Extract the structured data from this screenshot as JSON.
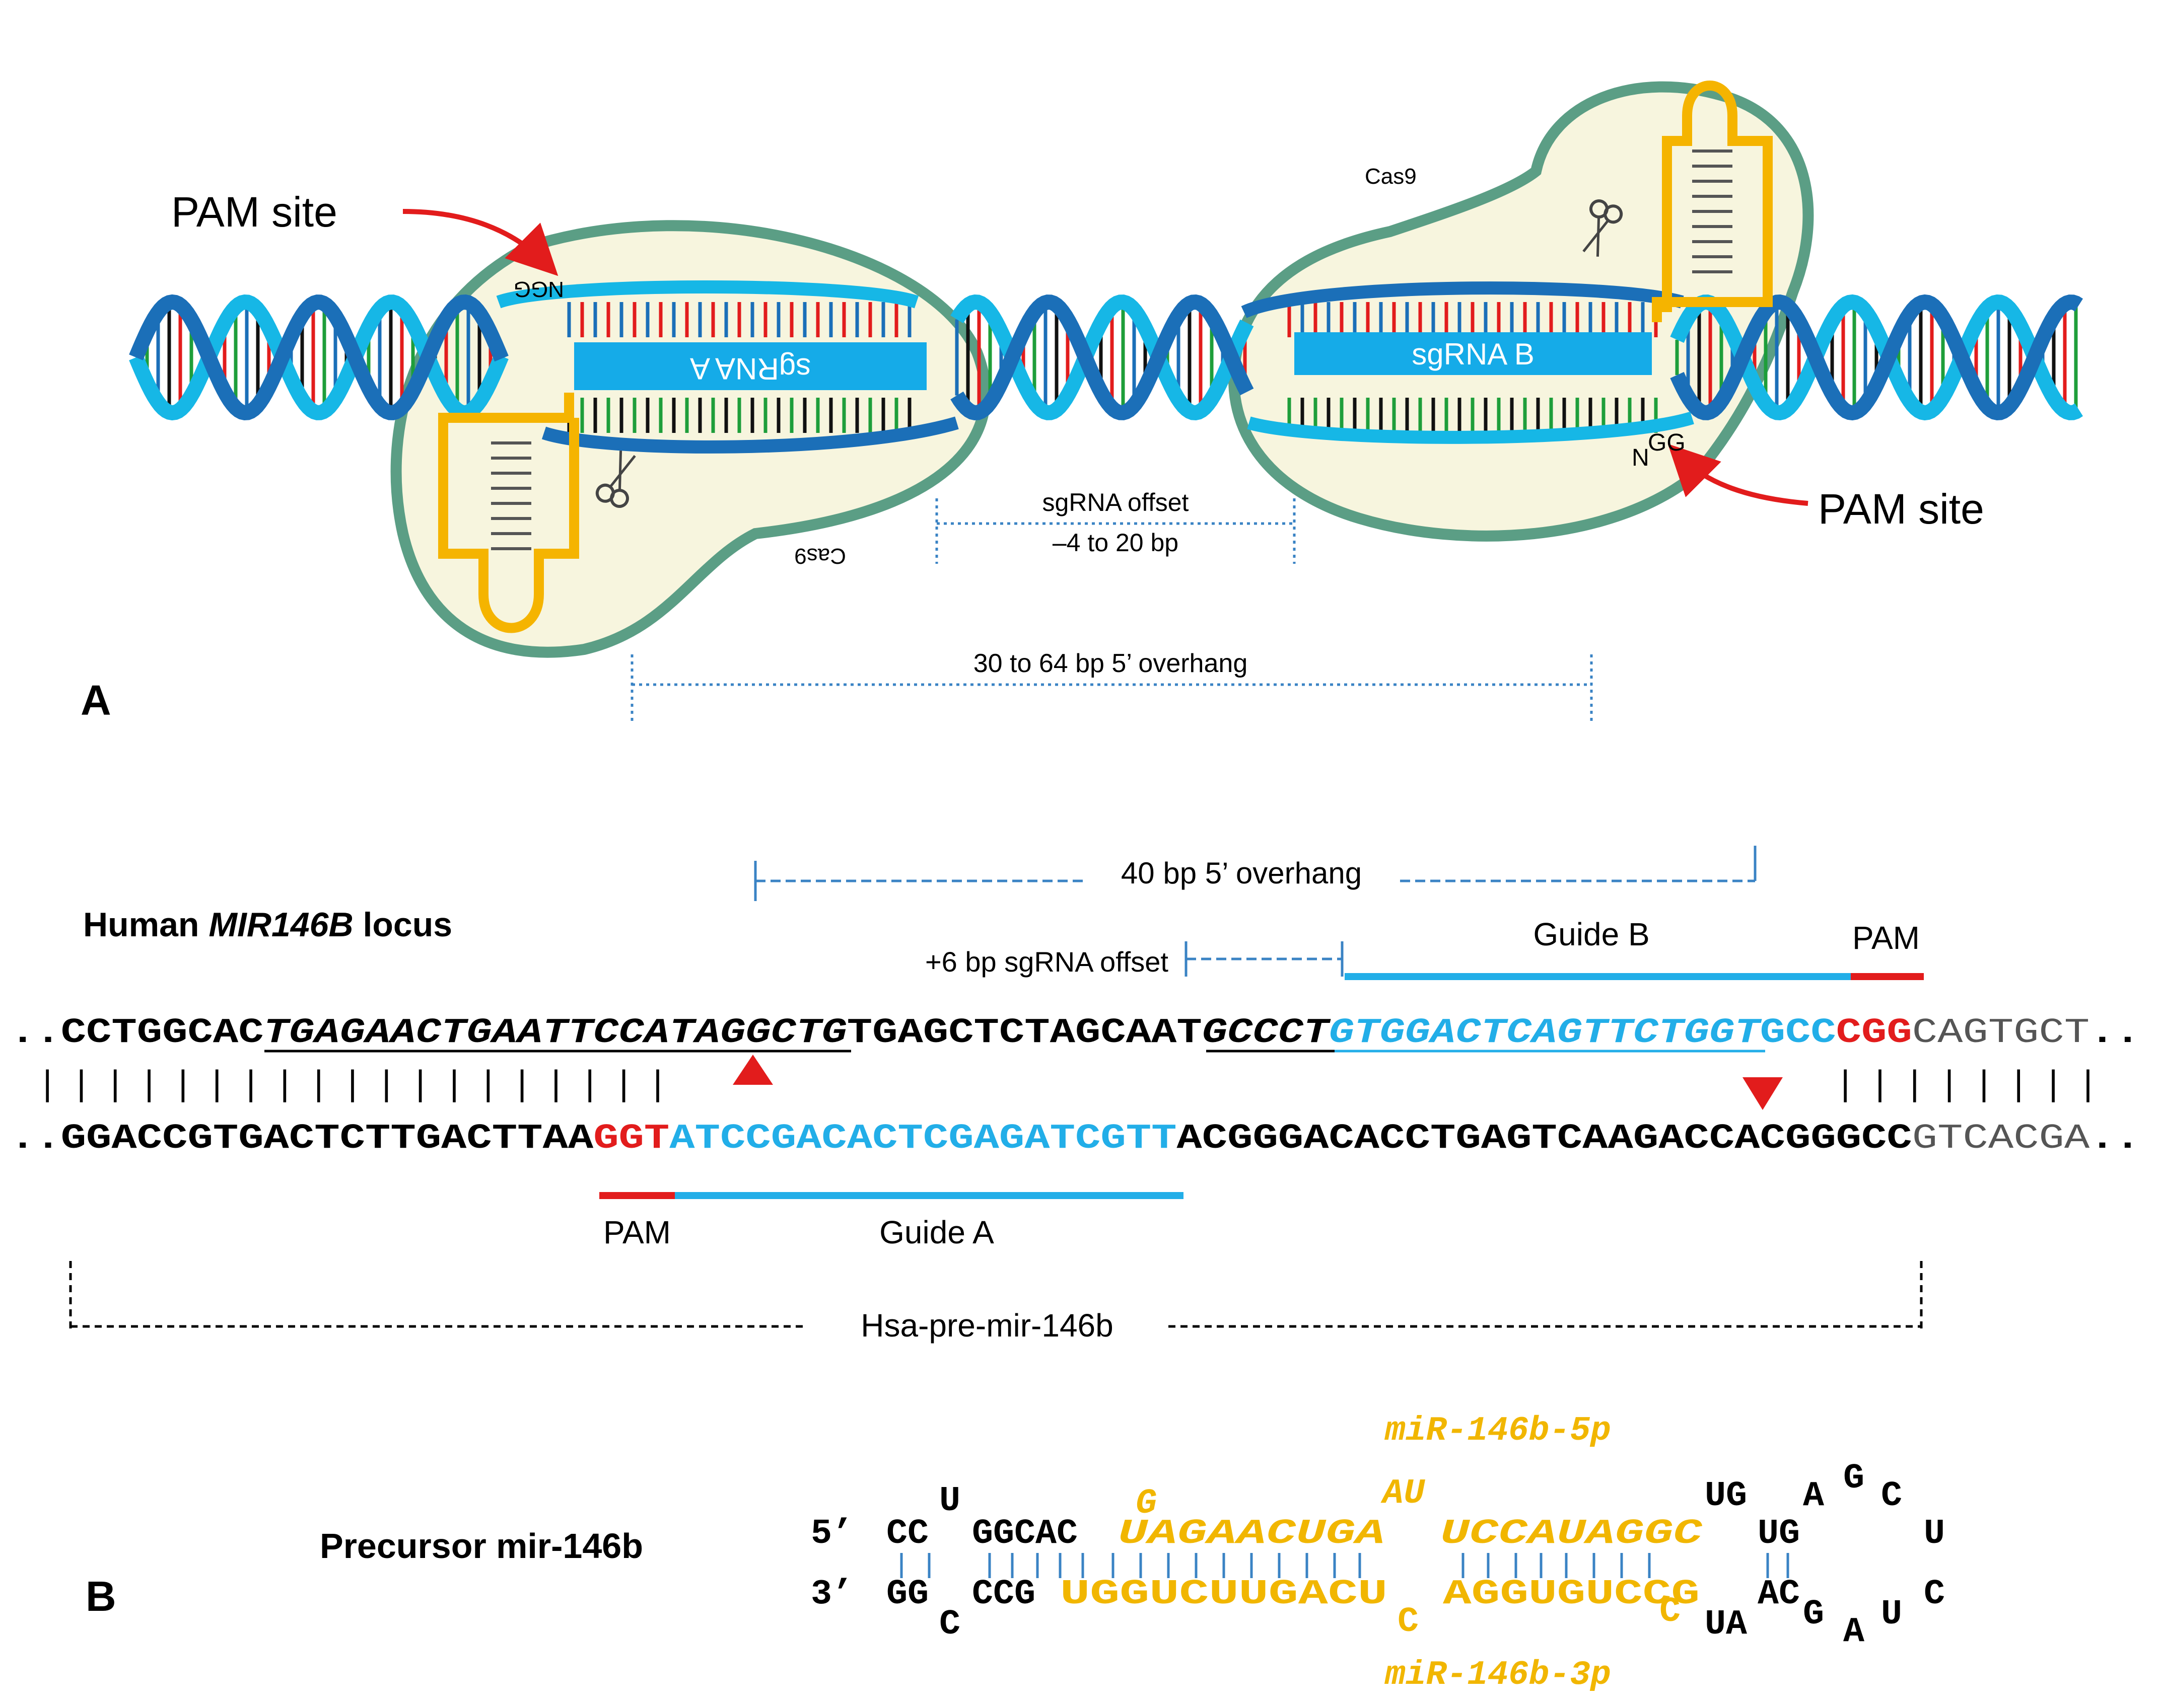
{
  "panelA": {
    "label": "A",
    "pam_left": "PAM site",
    "pam_right": "PAM site",
    "sgrna_a": "sgRNA A",
    "sgrna_b": "sgRNA B",
    "cas9_left": "Cas9",
    "cas9_right": "Cas9",
    "ngg_left": "NGG",
    "ngg_right_n": "N",
    "ngg_right_gg": "GG",
    "offset_line1": "sgRNA offset",
    "offset_line2": "–4 to 20 bp",
    "overhang": "30 to 64 bp 5’ overhang"
  },
  "panelB": {
    "label": "B",
    "locus_prefix": "Human ",
    "locus_gene": "MIR146B",
    "locus_suffix": " locus",
    "overhang": "40 bp 5’ overhang",
    "offset": "+6 bp sgRNA offset",
    "guide_b": "Guide B",
    "pam_top": "PAM",
    "guide_a": "Guide A",
    "pam_bottom": "PAM",
    "pre_mir": "Hsa-pre-mir-146b",
    "top_strand": {
      "dots_left": "..",
      "s1": "CCTGGCAC",
      "s2": "TGAGAACTGAATTCCATAGGCTG",
      "s3": "TGAGCTCTAGCAAT",
      "s4": "GCCCT",
      "s5": "GTGGACTCAGTTCTGGT",
      "s6": "GCC",
      "s7": "CGG",
      "s8": "CAGTGCT",
      "dots_right": ".."
    },
    "pairs_left": "|||||||||||||||||||",
    "pairs_right": "||||||||",
    "bottom_strand": {
      "dots_left": "..",
      "s1": "GGACCGTGACTCTTGACTTAA",
      "s2": "GGT",
      "s3": "ATCCGACACTCGAGATCGTT",
      "s4": "ACGGGACACCTGAGTCAAGACCACGGGCC",
      "s5": "GTCACGA",
      "dots_right": ".."
    },
    "precursor": {
      "title": "Precursor mir-146b",
      "five_prime": "5’",
      "three_prime": "3’",
      "mir5p": "miR-146b-5p",
      "mir3p": "miR-146b-3p",
      "top_cc": "CC",
      "top_u": "U",
      "top_ggcac": "GGCAC",
      "top_g": "G",
      "top_seed1": "UAGAACUGA",
      "top_au": "AU",
      "top_seed2": "UCCAUAGGC",
      "top_ug": "UG",
      "loop_ug": "UG",
      "loop_a": "A",
      "loop_g": "G",
      "loop_c": "C",
      "loop_u": "U",
      "loop_c2": "C",
      "bot_gg": "GG",
      "bot_c": "C",
      "bot_ccg": "CCG",
      "bot_seed1": "UGGUCUUGACU",
      "bot_c_bulge": "C",
      "bot_seed2": "AGGUGUCCG",
      "bot_c_end": "C",
      "bot_ua": "UA",
      "bot_ac": "AC",
      "bot_g": "G",
      "bot_a": "A",
      "bot_u": "U"
    }
  },
  "colors": {
    "cas9_fill": "#f7f5de",
    "cas9_stroke": "#5b9e85",
    "dna_light": "#16b7e6",
    "dna_dark": "#1b6fb8",
    "sgrna": "#15abe8",
    "scaffold": "#f5b400",
    "pam_red": "#e21c1c",
    "guide_blue": "#22aee8",
    "mirna_gold": "#f1b600",
    "dim_blue": "#3a83c4"
  }
}
